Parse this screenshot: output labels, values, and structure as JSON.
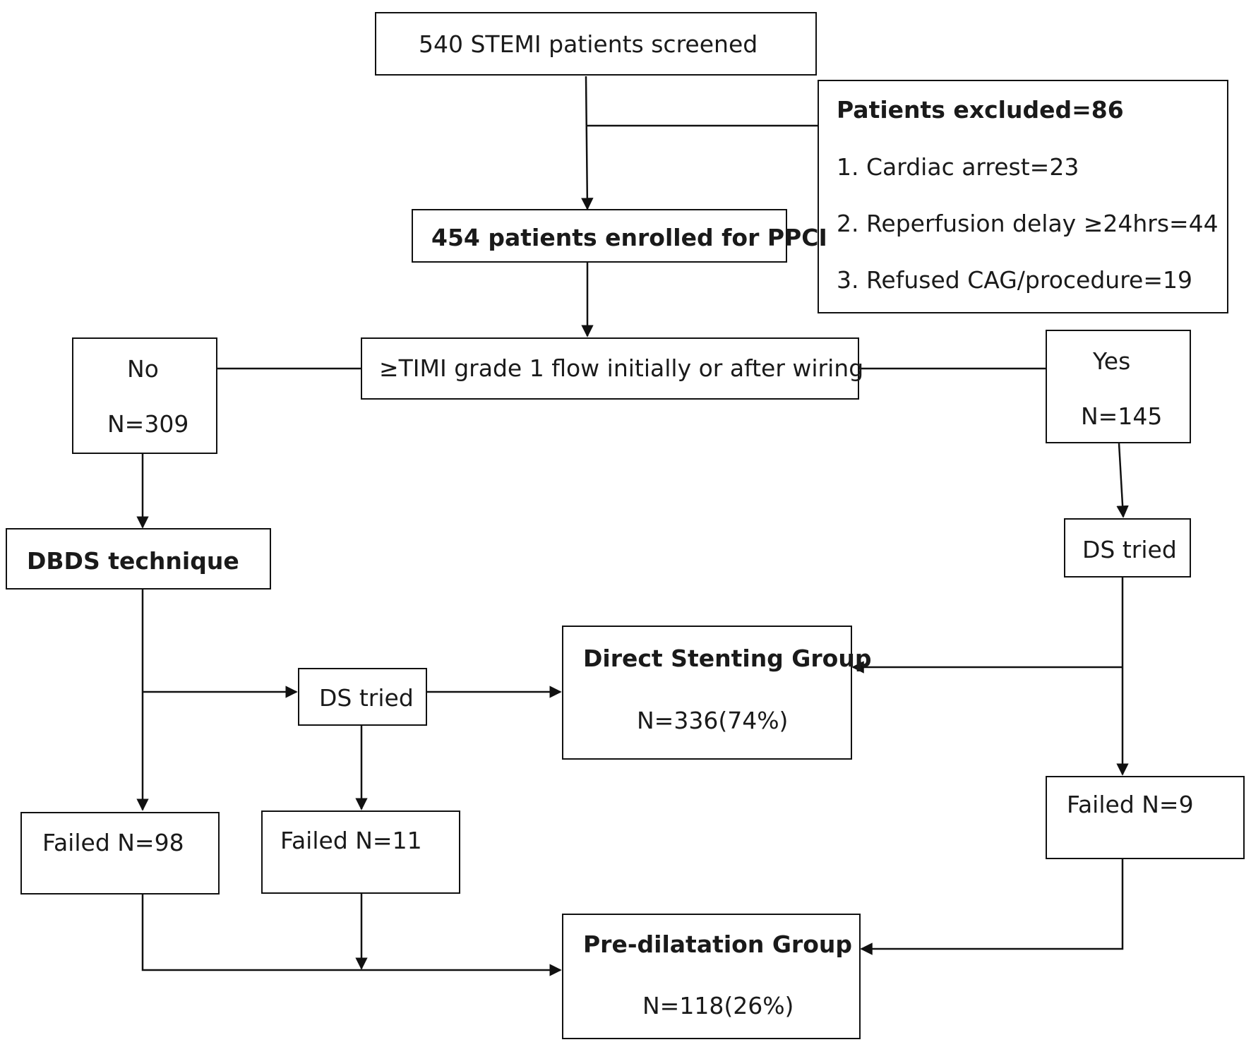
{
  "screened": {
    "text": "540 STEMI patients screened"
  },
  "excluded": {
    "title": "Patients excluded=86",
    "items": [
      "1. Cardiac arrest=23",
      "2. Reperfusion delay ≥24hrs=44",
      "3. Refused CAG/procedure=19"
    ]
  },
  "enrolled": {
    "text": "454 patients enrolled for PPCI"
  },
  "timi": {
    "text": "≥TIMI grade 1 flow initially or after wiring"
  },
  "no_branch": {
    "label": "No",
    "count": "N=309"
  },
  "yes_branch": {
    "label": "Yes",
    "count": "N=145"
  },
  "dbds": {
    "text": "DBDS technique"
  },
  "ds_tried_left": {
    "text": "DS tried"
  },
  "ds_tried_right": {
    "text": "DS tried"
  },
  "direct_group": {
    "title": "Direct Stenting Group",
    "count": "N=336(74%)"
  },
  "failed_98": {
    "text": "Failed N=98"
  },
  "failed_11": {
    "text": "Failed N=11"
  },
  "failed_9": {
    "text": "Failed N=9"
  },
  "predil_group": {
    "title": "Pre-dilatation Group",
    "count": "N=118(26%)"
  }
}
